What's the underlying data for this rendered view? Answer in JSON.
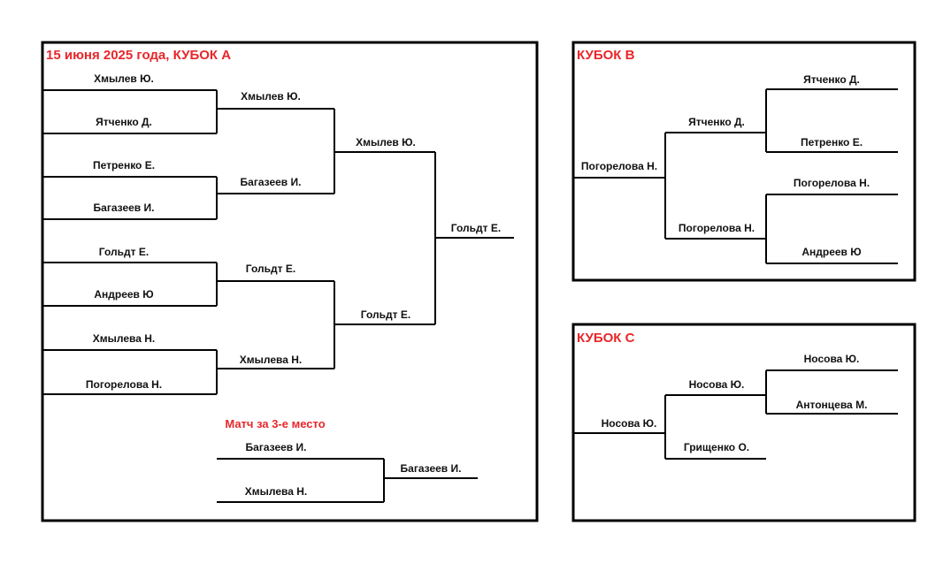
{
  "colors": {
    "title": "#e8262a",
    "line": "#000000",
    "text": "#111111",
    "background": "#ffffff"
  },
  "cup_a": {
    "title": "15 июня 2025 года, КУБОК А",
    "round1": [
      "Хмылев Ю.",
      "Ятченко Д.",
      "Петренко Е.",
      "Багазеев И.",
      "Гольдт Е.",
      "Андреев Ю",
      "Хмылева Н.",
      "Погорелова Н."
    ],
    "quarterfinal": [
      "Хмылев Ю.",
      "Багазеев И.",
      "Гольдт Е.",
      "Хмылева Н."
    ],
    "semifinal": [
      "Хмылев Ю.",
      "Гольдт Е."
    ],
    "winner": "Гольдт Е.",
    "third_place": {
      "title": "Матч за 3-е место",
      "players": [
        "Багазеев И.",
        "Хмылева Н."
      ],
      "winner": "Багазеев И."
    }
  },
  "cup_b": {
    "title": "КУБОК В",
    "round1": [
      "Ятченко Д.",
      "Петренко Е.",
      "Погорелова Н.",
      "Андреев Ю"
    ],
    "semifinal": [
      "Ятченко Д.",
      "Погорелова Н."
    ],
    "winner": "Погорелова Н."
  },
  "cup_c": {
    "title": "КУБОК С",
    "round1": [
      "Носова Ю.",
      "Антонцева М."
    ],
    "semifinal": [
      "Носова Ю.",
      "Грищенко О."
    ],
    "winner": "Носова Ю."
  }
}
